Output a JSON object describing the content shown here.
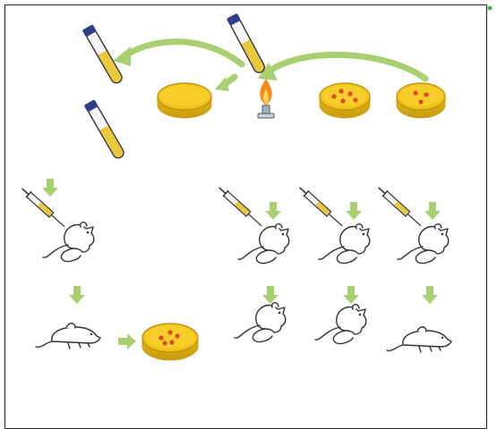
{
  "title": "",
  "colors": {
    "arrow_green": "#a8d070",
    "arrow_green_dark": "#8fbf55",
    "liquid_yellow": "#e9c93a",
    "agar_yellow": "#f2c21a",
    "dish_rim": "#c9a016",
    "colony_red": "#d84a2a",
    "tube_blue": "#2f3e86",
    "flame_orange": "#f28c1e",
    "outline": "#333333",
    "dot_green": "#22c022"
  },
  "icons": [
    "test-tube-icon",
    "petri-dish-icon",
    "bunsen-burner-icon",
    "syringe-icon",
    "mouse-icon",
    "arrow-icon"
  ],
  "nodes": {
    "top_row": [
      "tube-inoculum",
      "tube-transfer",
      "plate-agar",
      "burner",
      "plate-colonies-1",
      "plate-colonies-2"
    ],
    "left_branch": [
      "tube-culture",
      "syringe-inject",
      "mouse-healthy",
      "mouse-sick",
      "plate-recovered"
    ],
    "right_branches": [
      [
        "syringe-1",
        "mouse-1",
        "mouse-result-1"
      ],
      [
        "syringe-2",
        "mouse-2",
        "mouse-result-2"
      ],
      [
        "syringe-3",
        "mouse-3",
        "mouse-result-3"
      ]
    ]
  }
}
